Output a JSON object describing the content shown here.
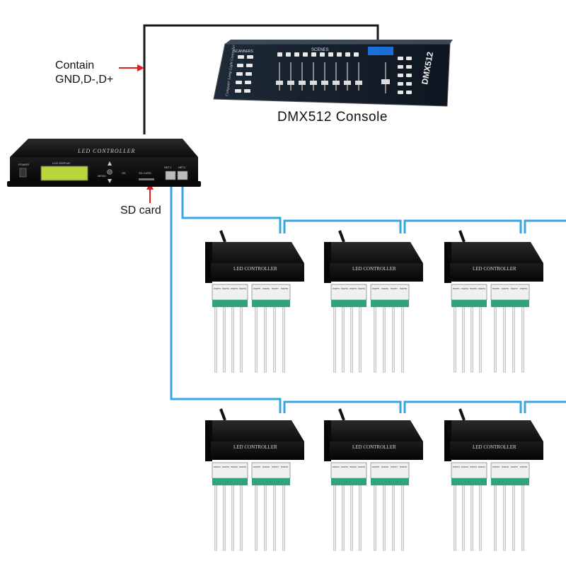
{
  "labels": {
    "contain_line1": "Contain",
    "contain_line2": "GND,D-,D+",
    "console_caption": "DMX512 Console",
    "sd_card": "SD card"
  },
  "master_controller": {
    "title": "LED CONTROLLER",
    "power_label": "POWER",
    "display_label": "LCD DISPLAY",
    "menu_label": "MENU",
    "ok_label": "OK",
    "sd_label": "SD CARD",
    "net1_label": "NET1",
    "net2_label": "NET2"
  },
  "console": {
    "brand": "DMX512",
    "scanners_label": "SCANNERS",
    "scenes_label": "SCENES",
    "side_text": "Computer Lamp Light Controller"
  },
  "slave_controller": {
    "title": "LED CONTROLLER",
    "ports": [
      "PORT1",
      "PORT2",
      "PORT3",
      "PORT4",
      "PORT5",
      "PORT6",
      "PORT7",
      "PORT8"
    ]
  },
  "colors": {
    "data_cable": "#3aa6e0",
    "dmx_cable": "#1a1a1a",
    "arrow": "#e02020",
    "device_body": "#141414",
    "lcd_screen": "#b6d63a",
    "terminal_block": "#2fa37a"
  }
}
